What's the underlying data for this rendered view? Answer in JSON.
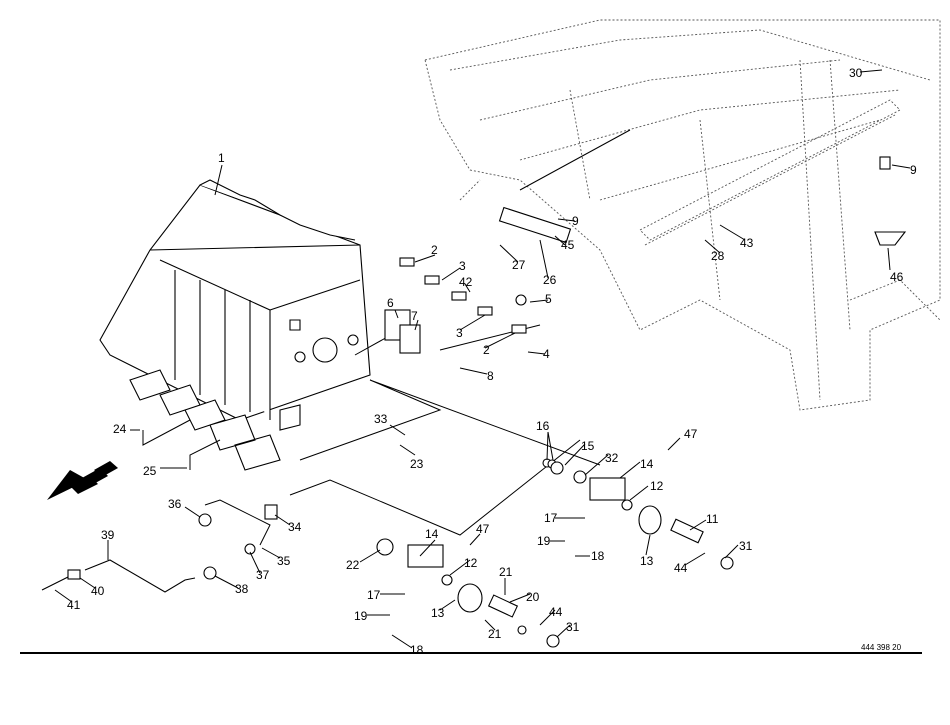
{
  "drawing_number": "444 398 20",
  "callouts": [
    "1",
    "2",
    "3",
    "42",
    "3",
    "2",
    "5",
    "4",
    "6",
    "7",
    "8",
    "27",
    "26",
    "45",
    "9",
    "30",
    "9",
    "43",
    "28",
    "46",
    "24",
    "25",
    "33",
    "23",
    "16",
    "15",
    "32",
    "47",
    "14",
    "12",
    "17",
    "19",
    "18",
    "13",
    "11",
    "44",
    "31",
    "36",
    "34",
    "35",
    "37",
    "38",
    "39",
    "40",
    "41",
    "22",
    "14",
    "47",
    "12",
    "17",
    "19",
    "13",
    "21",
    "20",
    "21",
    "44",
    "31",
    "18"
  ],
  "icons": {
    "direction": "direction-arrow-icon"
  }
}
